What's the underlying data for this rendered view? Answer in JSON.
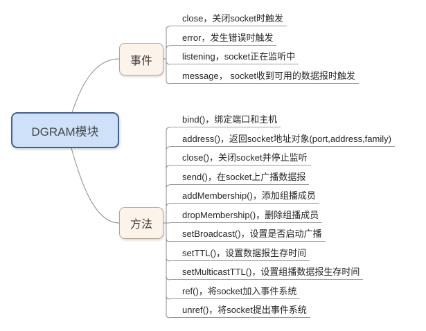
{
  "root": {
    "label": "DGRAM模块"
  },
  "branches": [
    {
      "label": "事件",
      "items": [
        "close，关闭socket时触发",
        "error，发生错误时触发",
        "listening，socket正在监听中",
        "message， socket收到可用的数据报时触发"
      ]
    },
    {
      "label": "方法",
      "items": [
        "bind()，绑定端口和主机",
        "address()，返回socket地址对象(port,address,family)",
        "close()，关闭socket并停止监听",
        "send()，在socket上广播数据报",
        "addMembership()，添加组播成员",
        "dropMembership()，删除组播成员",
        "setBroadcast()，设置是否启动广播",
        "setTTL()，设置数据报生存时间",
        "setMulticastTTL()，设置组播数据报生存时间",
        "ref()，将socket加入事件系统",
        "unref()，将socket提出事件系统"
      ]
    }
  ],
  "colors": {
    "root_fill": "#cfe1f8",
    "root_border": "#41618e",
    "root_text": "#45484e",
    "branch_fill": "#fcf3ea",
    "branch_border": "#b5a492",
    "branch_text": "#3c3c3c",
    "line": "#8c8c8c",
    "underline": "#999999",
    "leaf_text": "#262626"
  }
}
